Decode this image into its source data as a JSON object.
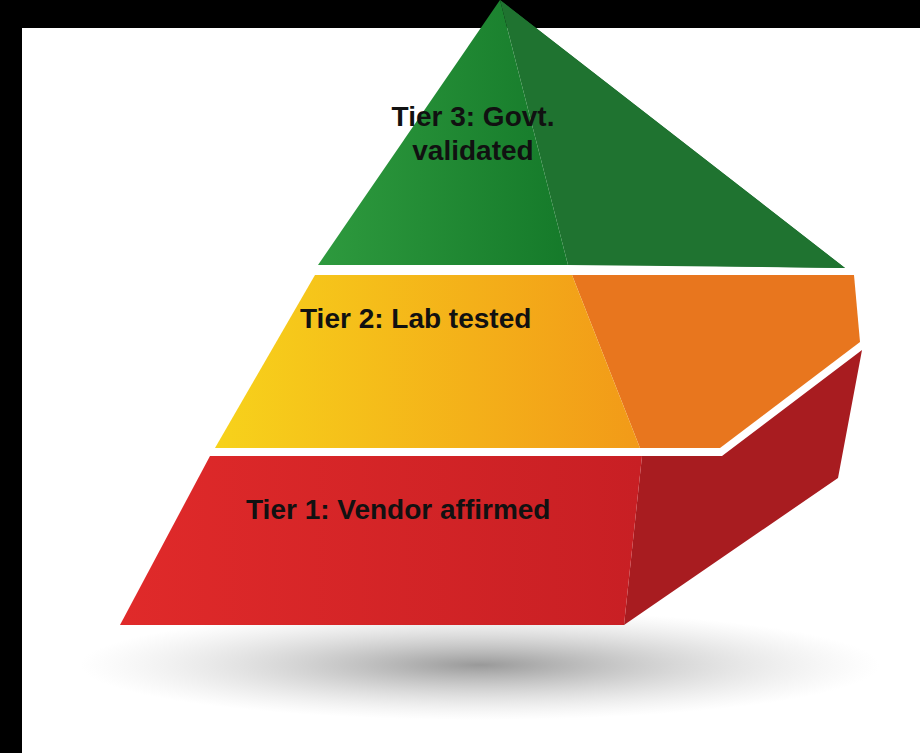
{
  "diagram": {
    "nodes": [
      {
        "text": [
          "Tier 3: Govt. validated"
        ]
      },
      {
        "text": [
          "Tier 2: Lab tested"
        ]
      },
      {
        "text": [
          "Tier 1: Vendor affirmed"
        ]
      }
    ]
  }
}
